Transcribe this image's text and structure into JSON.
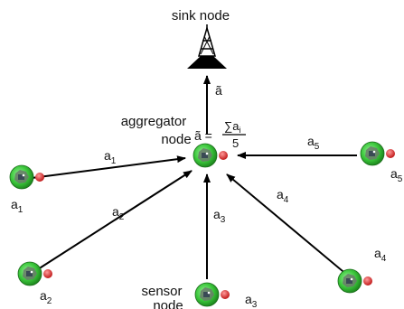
{
  "labels": {
    "sink_node": "sink node",
    "aggregator_node_line1": "aggregator",
    "aggregator_node_line2": "node",
    "sensor_node_line1": "sensor",
    "sensor_node_line2": "node"
  },
  "formula": {
    "lhs": "ã =",
    "numerator": "∑a",
    "numerator_sub": "i",
    "denominator": "5"
  },
  "edges": {
    "to_sink": "ã",
    "a1": {
      "base": "a",
      "sub": "1"
    },
    "a2": {
      "base": "a",
      "sub": "2"
    },
    "a3": {
      "base": "a",
      "sub": "3"
    },
    "a4": {
      "base": "a",
      "sub": "4"
    },
    "a5": {
      "base": "a",
      "sub": "5"
    }
  },
  "nodes": {
    "n1": {
      "base": "a",
      "sub": "1"
    },
    "n2": {
      "base": "a",
      "sub": "2"
    },
    "n3": {
      "base": "a",
      "sub": "3"
    },
    "n4": {
      "base": "a",
      "sub": "4"
    },
    "n5": {
      "base": "a",
      "sub": "5"
    }
  },
  "icons": {
    "tower": "sink-tower-icon",
    "sensor": "sensor-node-icon"
  },
  "colors": {
    "node_fill": "#3cc83c",
    "node_dark": "#1e8a1e",
    "led": "#e03030",
    "arrow": "#000000"
  }
}
